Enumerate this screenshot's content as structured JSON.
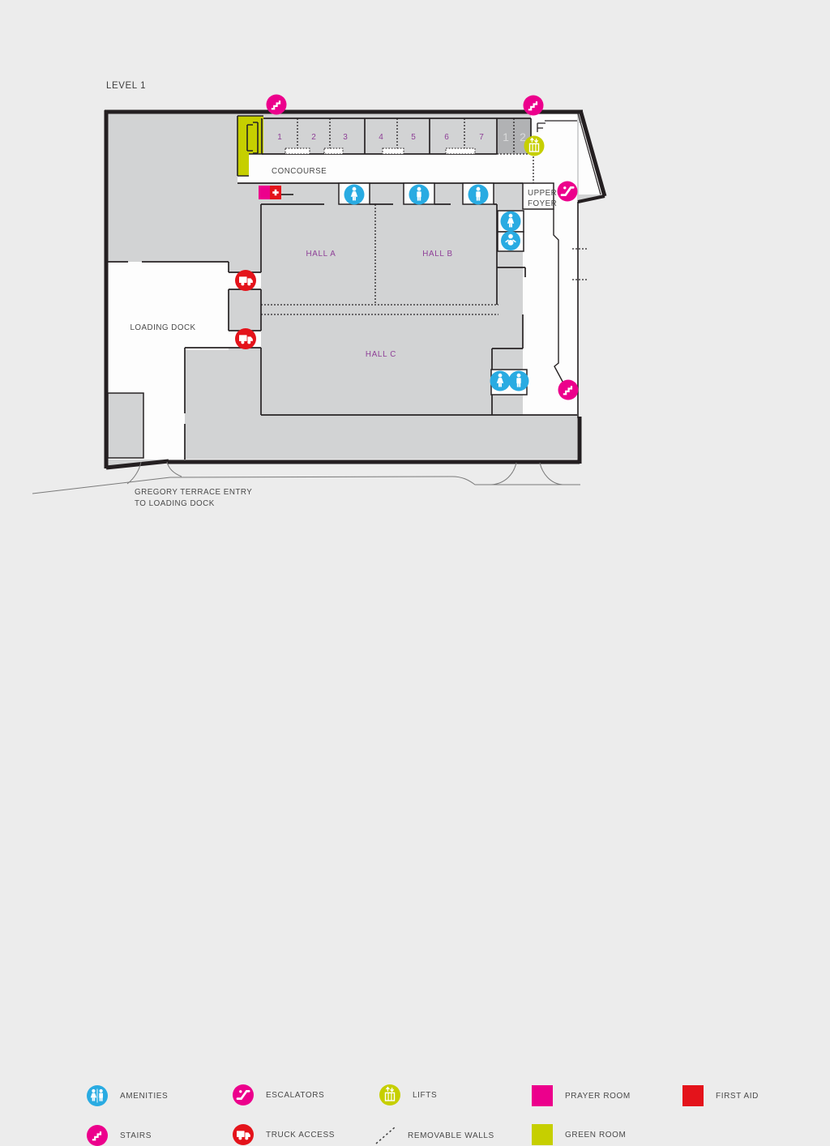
{
  "page": {
    "background": "#ececec"
  },
  "colors": {
    "magenta": "#ec008c",
    "red": "#e4131b",
    "blue": "#29abe2",
    "lime": "#c6cf00",
    "purple": "#8e3f97",
    "wall": "#272324",
    "interior_gray": "#d2d3d4",
    "annex_room_gray": "#b1b2b4"
  },
  "plan": {
    "level_label": "LEVEL 1",
    "concourse_label": "CONCOURSE",
    "upper_foyer": {
      "line1": "UPPER",
      "line2": "FOYER"
    },
    "halls": {
      "a": "HALL A",
      "b": "HALL B",
      "c": "HALL C"
    },
    "loading_dock_label": "LOADING DOCK",
    "entry_note": {
      "line1": "GREGORY TERRACE ENTRY",
      "line2": "TO LOADING DOCK"
    },
    "meeting_rooms": [
      "1",
      "2",
      "3",
      "4",
      "5",
      "6",
      "7"
    ],
    "annex_rooms": [
      "1",
      "2"
    ],
    "icons": [
      {
        "type": "stairs-icon",
        "count": 3
      },
      {
        "type": "escalator-icon",
        "count": 1
      },
      {
        "type": "lift-icon",
        "count": 1
      },
      {
        "type": "truck-access-icon",
        "count": 2
      },
      {
        "type": "amenities-icon",
        "count": 7
      },
      {
        "type": "first-aid-square",
        "count": 1
      },
      {
        "type": "prayer-room-square",
        "count": 1
      },
      {
        "type": "green-room-area",
        "count": 1
      }
    ]
  },
  "legend": {
    "items": [
      {
        "id": "amenities",
        "label": "AMENITIES",
        "icon": "amenities-icon",
        "color": "#29abe2",
        "shape": "circle"
      },
      {
        "id": "escalators",
        "label": "ESCALATORS",
        "icon": "escalator-icon",
        "color": "#ec008c",
        "shape": "circle"
      },
      {
        "id": "lifts",
        "label": "LIFTS",
        "icon": "lift-icon",
        "color": "#c6cf00",
        "shape": "circle"
      },
      {
        "id": "prayer-room",
        "label": "PRAYER ROOM",
        "icon": "prayer-room-square",
        "color": "#ec008c",
        "shape": "square"
      },
      {
        "id": "first-aid",
        "label": "FIRST AID",
        "icon": "first-aid-square",
        "color": "#e4131b",
        "shape": "square"
      },
      {
        "id": "stairs",
        "label": "STAIRS",
        "icon": "stairs-icon",
        "color": "#ec008c",
        "shape": "circle"
      },
      {
        "id": "truck-access",
        "label": "TRUCK ACCESS",
        "icon": "truck-icon",
        "color": "#e4131b",
        "shape": "circle"
      },
      {
        "id": "removable-walls",
        "label": "REMOVABLE WALLS",
        "icon": "dashed-line-icon",
        "color": "#3c3c3c",
        "shape": "line"
      },
      {
        "id": "green-room",
        "label": "GREEN ROOM",
        "icon": "green-room-square",
        "color": "#c6cf00",
        "shape": "square"
      }
    ]
  }
}
